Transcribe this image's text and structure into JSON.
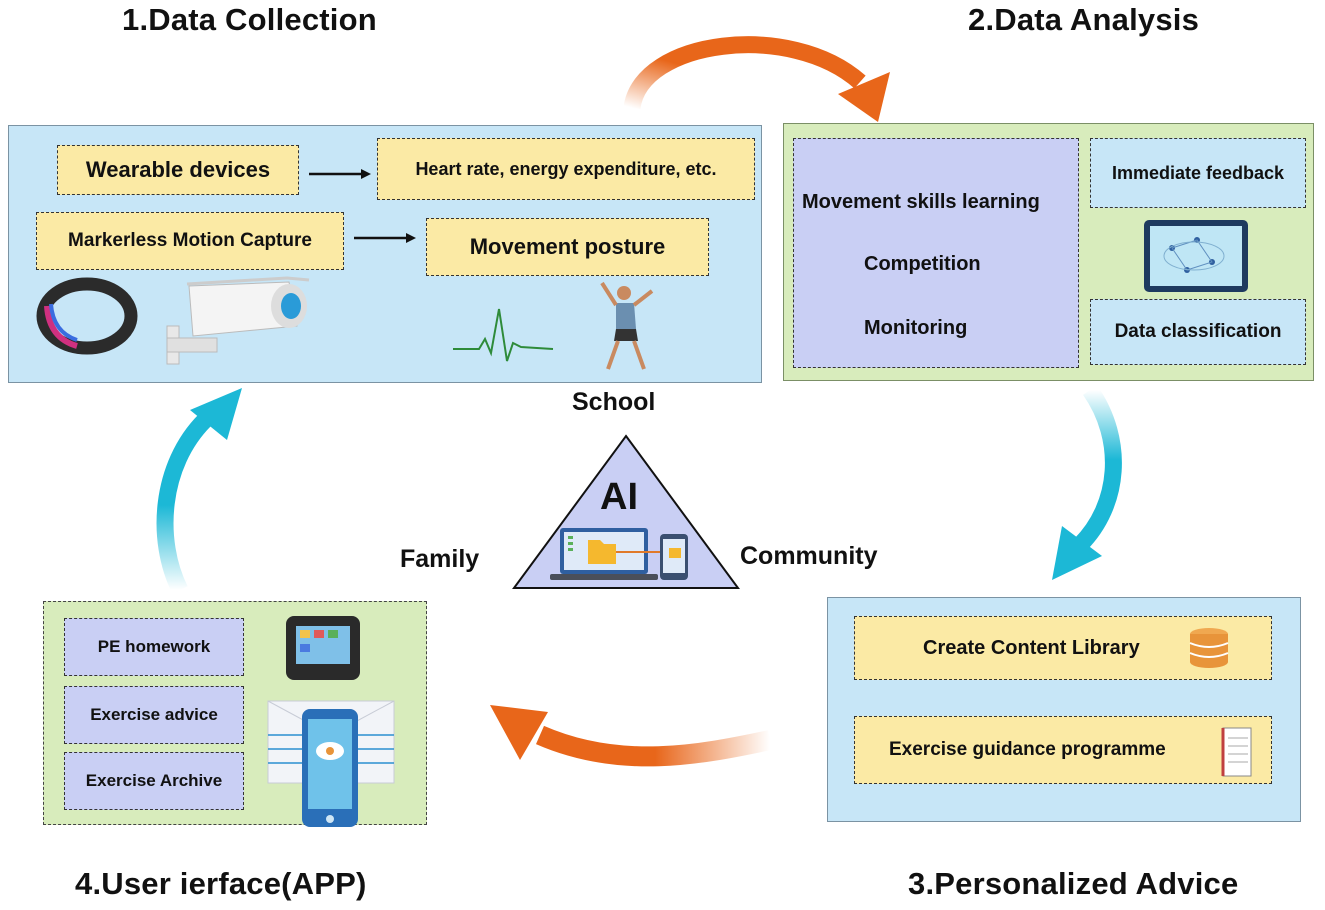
{
  "titles": {
    "t1": "1.Data Collection",
    "t2": "2.Data Analysis",
    "t3": "3.Personalized Advice",
    "t4": "4.User ierface(APP)"
  },
  "collection": {
    "wearable": "Wearable devices",
    "heart_rate": "Heart rate, energy expenditure, etc.",
    "markerless": "Markerless Motion Capture",
    "posture": "Movement posture"
  },
  "analysis": {
    "skills": "Movement skills learning",
    "competition": "Competition",
    "monitoring": "Monitoring",
    "feedback": "Immediate feedback",
    "classification": "Data classification"
  },
  "advice": {
    "library": "Create Content Library",
    "guidance": "Exercise  guidance programme"
  },
  "app": {
    "homework": "PE homework",
    "exercise_advice": "Exercise advice",
    "archive": "Exercise  Archive"
  },
  "center": {
    "school": "School",
    "family": "Family",
    "community": "Community",
    "ai": "AI"
  },
  "colors": {
    "orange_arrow": "#e8661a",
    "cyan_arrow": "#1cb8d6",
    "panel_blue": "#c7e6f7",
    "panel_green": "#d8ecbc",
    "box_yellow": "#fbeaa5",
    "box_lavender": "#c9cff4"
  },
  "icons": [
    "smart-band-icon",
    "security-camera-icon",
    "heartbeat-line-icon",
    "exercising-woman-icon",
    "data-tablet-icon",
    "database-icon",
    "notebook-icon",
    "handheld-terminal-icon",
    "smartphone-cloud-icon",
    "laptop-folder-icon"
  ]
}
